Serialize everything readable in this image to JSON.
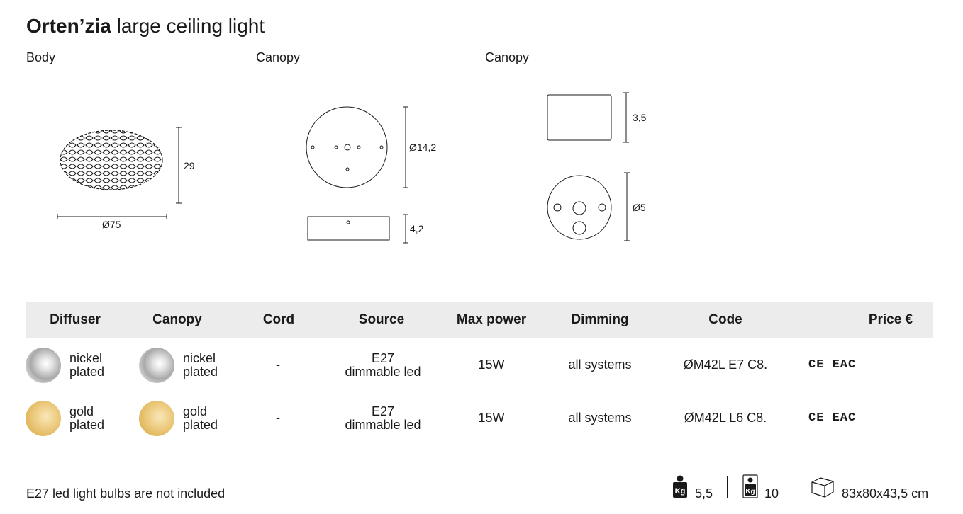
{
  "header": {
    "title_bold": "Orten’zia",
    "title_rest": "large ceiling light"
  },
  "sections": [
    {
      "label": "Body"
    },
    {
      "label": "Canopy"
    },
    {
      "label": "Canopy"
    }
  ],
  "dimensions": {
    "body_height": "29",
    "body_diameter": "Ø75",
    "canopy_diameter": "Ø14,2",
    "canopy_height": "4,2",
    "small_canopy_height": "3,5",
    "small_canopy_diameter": "Ø5"
  },
  "table": {
    "headers": [
      "Diffuser",
      "Canopy",
      "Cord",
      "Source",
      "Max power",
      "Dimming",
      "Code",
      "Price €"
    ],
    "rows": [
      {
        "diffuser": {
          "finish": "nickel",
          "line1": "nickel",
          "line2": "plated"
        },
        "canopy": {
          "finish": "nickel",
          "line1": "nickel",
          "line2": "plated"
        },
        "cord": "-",
        "source_line1": "E27",
        "source_line2": "dimmable led",
        "max_power": "15W",
        "dimming": "all systems",
        "code": "ØM42L E7 C8.",
        "certification": "CE EAC"
      },
      {
        "diffuser": {
          "finish": "gold",
          "line1": "gold",
          "line2": "plated"
        },
        "canopy": {
          "finish": "gold",
          "line1": "gold",
          "line2": "plated"
        },
        "cord": "-",
        "source_line1": "E27",
        "source_line2": "dimmable led",
        "max_power": "15W",
        "dimming": "all systems",
        "code": "ØM42L L6 C8.",
        "certification": "CE EAC"
      }
    ]
  },
  "footer": {
    "note": "E27 led light bulbs are not included",
    "net_weight": "5,5",
    "gross_weight": "10",
    "package_size": "83x80x43,5 cm",
    "weight_icon_label": "Kg"
  },
  "colors": {
    "nickel": "#b8b8b8",
    "gold": "#e8c270",
    "header_bg": "#ececec"
  }
}
